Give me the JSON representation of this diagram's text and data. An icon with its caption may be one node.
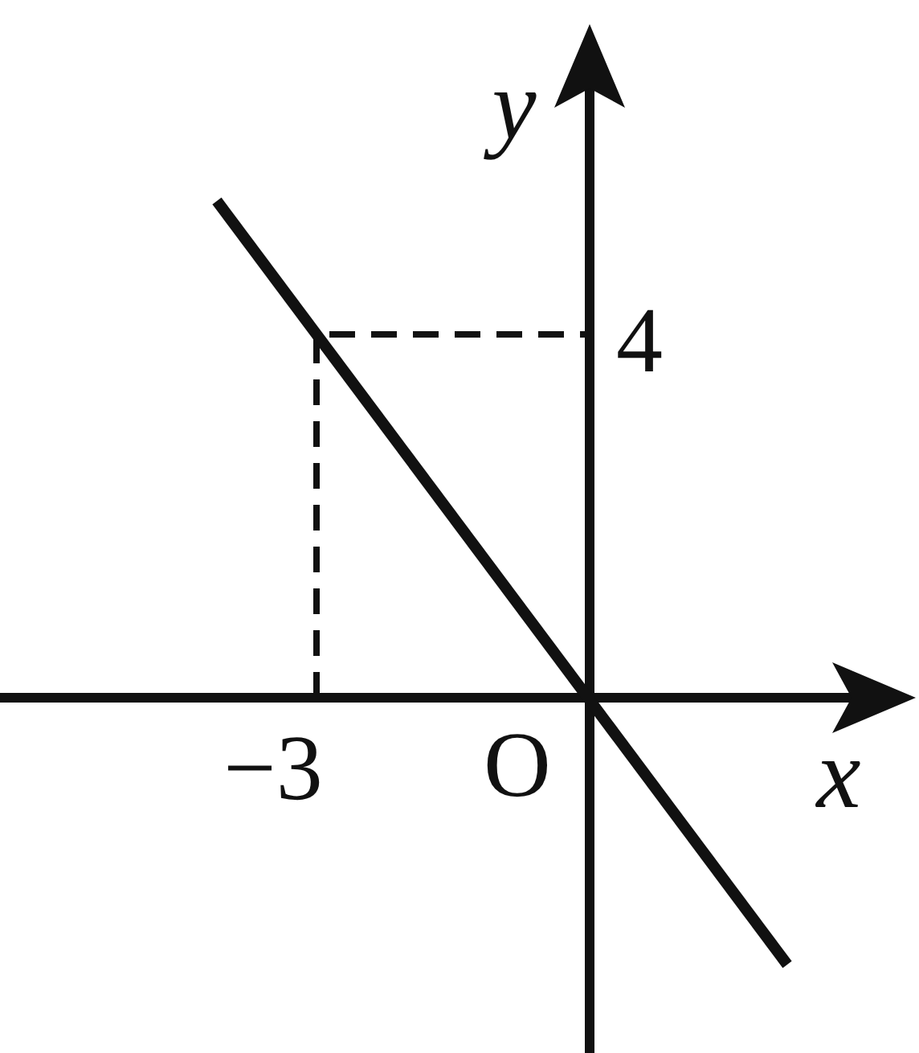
{
  "diagram": {
    "labels": [
      "y",
      "4",
      "O",
      "−3",
      "x"
    ]
  }
}
